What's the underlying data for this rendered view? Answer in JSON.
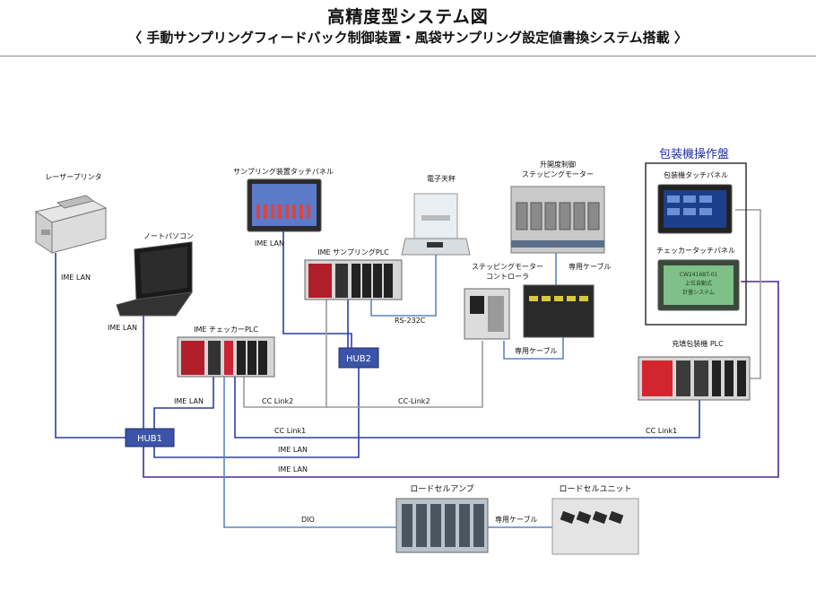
{
  "header": {
    "title": "高精度型システム図",
    "subtitle": "〈 手動サンプリングフィードバック制御装置・風袋サンプリング設定値書換システム搭載 〉"
  },
  "devices": {
    "laser_printer": "レーザープリンタ",
    "notebook_pc": "ノートパソコン",
    "sampling_touch_panel": "サンプリング装置タッチパネル",
    "electronic_balance": "電子天秤",
    "stepping_motor": "升開度制御\nステッピングモーター",
    "stepping_controller": "ステッピングモーター\nコントローラ",
    "sampling_plc": "IME  サンプリングPLC",
    "checker_plc": "IME  チェッカーPLC",
    "packaging_panel_title": "包装機操作盤",
    "packaging_touch_panel": "包装機タッチパネル",
    "checker_touch_panel": "チェッカータッチパネル",
    "checker_screen_text": "CW2416BT-01\n上位自動式\n計量システム",
    "packaging_plc": "充填包装機  PLC",
    "loadcell_amp": "ロードセルアンプ",
    "loadcell_unit": "ロードセルユニット"
  },
  "hubs": {
    "hub1": "HUB1",
    "hub2": "HUB2"
  },
  "links": {
    "ime_lan": "IME LAN",
    "rs232c": "RS-232C",
    "dedicated_cable": "専用ケーブル",
    "cc_link2": "CC Link2",
    "cc_link2_dash": "CC-Link2",
    "cc_link1": "CC Link1",
    "dio": "DIO"
  },
  "colors": {
    "ime_lan": "#2b3f9e",
    "cc_link": "#9a9a9a",
    "packaging_lan": "#4a2a8c",
    "rs232c": "#5a86c4",
    "hub_fill": "#3b54a8",
    "panel_title": "#1f2fa0"
  }
}
